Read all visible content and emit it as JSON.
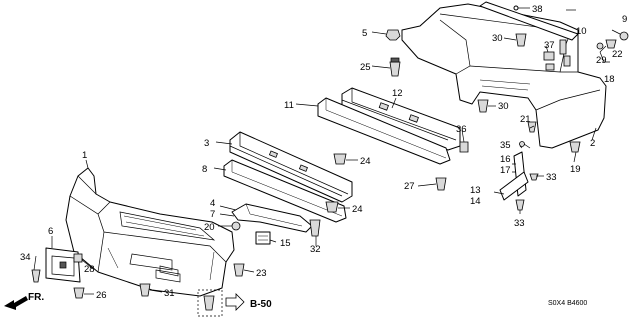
{
  "diagram": {
    "callouts": [
      "1",
      "2",
      "3",
      "4",
      "5",
      "6",
      "7",
      "8",
      "9",
      "10",
      "11",
      "12",
      "13",
      "14",
      "15",
      "16",
      "17",
      "18",
      "19",
      "20",
      "21",
      "22",
      "23",
      "24",
      "24",
      "25",
      "26",
      "27",
      "28",
      "29",
      "30",
      "30",
      "31",
      "32",
      "33",
      "33",
      "34",
      "35",
      "36",
      "37",
      "38"
    ],
    "ref_code": "B-50",
    "direction_label": "FR.",
    "drawing_code": "S0X4 B4600"
  }
}
